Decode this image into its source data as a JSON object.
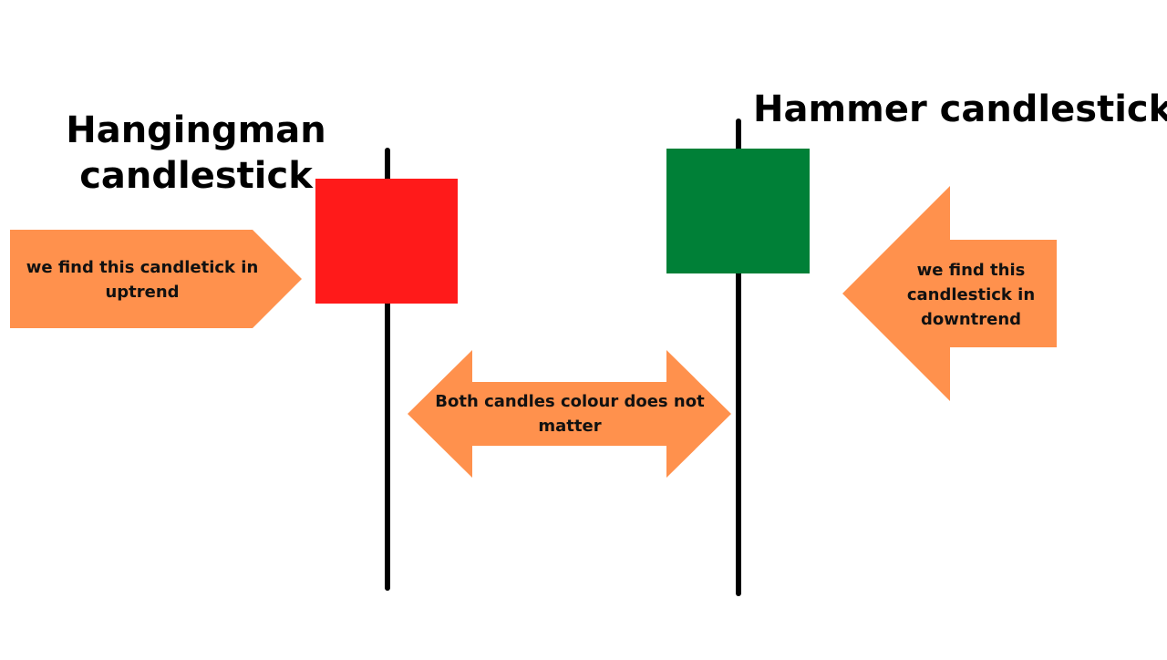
{
  "titles": {
    "hanging": "Hangingman candlestick",
    "hammer": "Hammer candlestick"
  },
  "labels": {
    "uptrend": "we find this candletick in uptrend",
    "colour": "Both candles colour does not matter",
    "downtrend": "we find this candlestick in downtrend"
  },
  "colors": {
    "bearish_body": "#ff1a1a",
    "bullish_body": "#008037",
    "arrow_fill": "#ff914d",
    "wick": "#000000"
  }
}
